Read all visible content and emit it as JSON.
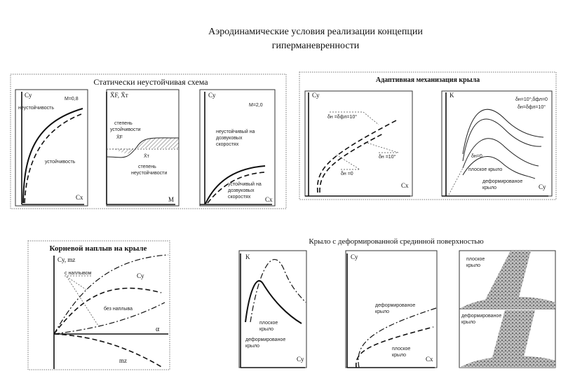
{
  "title": {
    "line1": "Аэродинамические условия реализации концепции",
    "line2": "гиперманевренности"
  },
  "static_scheme": {
    "heading": "Статически неустойчивая схема",
    "panel1": {
      "y_axis": "Cy",
      "x_axis": "Cx",
      "mach": "M=0,8",
      "label_unstable": "неустойчивость",
      "label_stable": "устойчивость"
    },
    "panel2": {
      "y_axis": "X̄F, X̄т",
      "x_axis": "M",
      "label_stability": "степень",
      "label_stability2": "устойчивости",
      "xf": "X̄F",
      "xt": "X̄т",
      "label_instability": "степень",
      "label_instability2": "неустойчивости"
    },
    "panel3": {
      "y_axis": "Cy",
      "x_axis": "Cx",
      "mach": "M=2,0",
      "unstable1": "неустойчивый на",
      "unstable2": "дозвуковых",
      "unstable3": "скоростях",
      "stable1": "устойчивый на",
      "stable2": "дозвуковых",
      "stable3": "скоростях"
    }
  },
  "adaptive": {
    "heading": "Адаптивная механизация крыла",
    "panel1": {
      "y_axis": "Cy",
      "x_axis": "Cx",
      "l1": "δн =δфл=10°",
      "l2": "δн =10°",
      "l3": "δн =0"
    },
    "panel2": {
      "y_axis": "K",
      "x_axis": "Cy",
      "l1": "δн=10°;δфл=0",
      "l2": "δн=δфл=10°",
      "l3": "δн=0",
      "flat": "плоское крыло",
      "deformed1": "деформированое",
      "deformed2": "крыло"
    }
  },
  "root_strake": {
    "heading": "Корневой наплыв на крыле",
    "y_axis": "Cy, mz",
    "x_axis": "α",
    "with": "с наплывом",
    "without": "без наплыва",
    "cy": "Cy",
    "mz": "mz"
  },
  "deformed": {
    "heading": "Крыло с деформированной срединной поверхностью",
    "panel1": {
      "y_axis": "K",
      "x_axis": "Cy",
      "flat1": "плоское",
      "flat2": "крыло",
      "def1": "деформированое",
      "def2": "крыло"
    },
    "panel2": {
      "y_axis": "Cy",
      "x_axis": "Cx",
      "def1": "деформированое",
      "def2": "крыло",
      "flat1": "плоское",
      "flat2": "крыло"
    },
    "panel3": {
      "flat1": "плоское",
      "flat2": "крыло",
      "def1": "деформированое",
      "def2": "крыло"
    }
  }
}
